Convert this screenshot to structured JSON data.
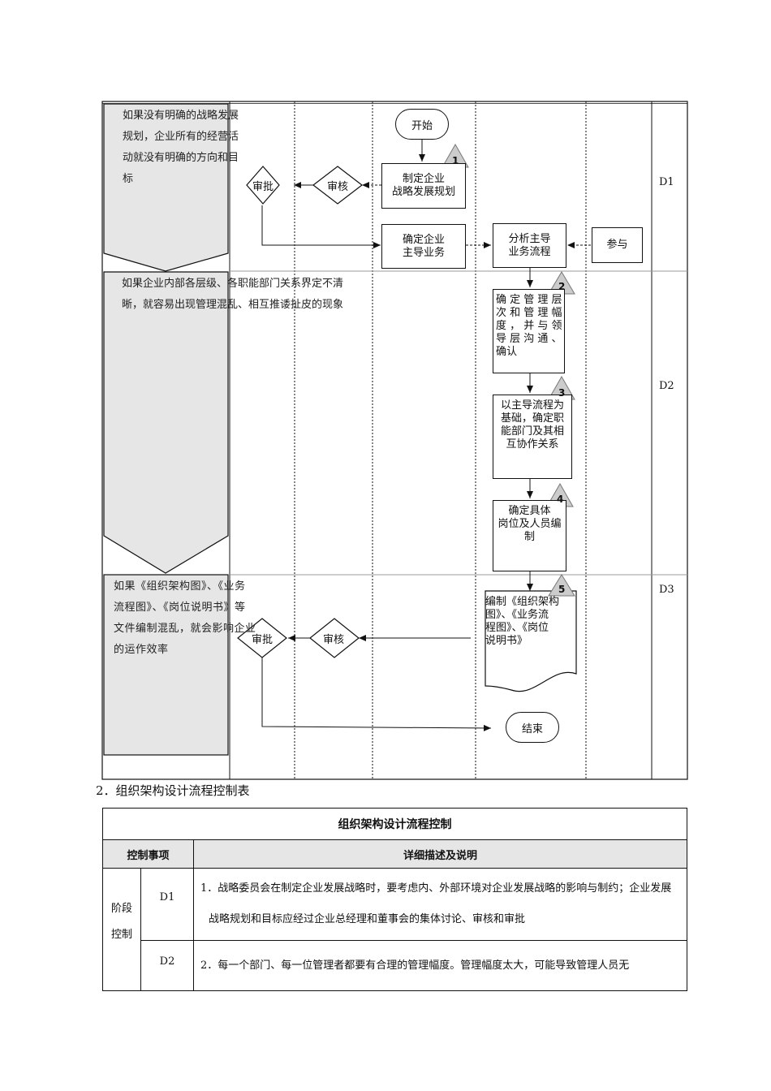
{
  "flow": {
    "notes": [
      "如果没有明确的战略发展规划，企业所有的经营活动就没有明确的方向和目标",
      "如果企业内部各层级、各职能部门关系界定不清晰，就容易出现管理混乱、相互推诿扯皮的现象",
      "如果《组织架构图》、《业务流程图》、《岗位说明书》等文件编制混乱，就会影响企业的运作效率"
    ],
    "note_lines": {
      "n1": [
        "如果没有明确的战略发展",
        "规划，企业所有的经营活",
        "动就没有明确的方向和目",
        "标"
      ],
      "n2": [
        "如果企业内部各层级、各职能部门关系界定不清",
        "晰，就容易出现管理混乱、相互推诿扯皮的现象"
      ],
      "n3": [
        "如果《组织架构图》、《业务",
        "流程图》、《岗位说明书》等",
        "文件编制混乱，就会影响企业",
        "的运作效率"
      ]
    },
    "start": "开始",
    "end": "结束",
    "step1": "制定企业战略发展规划",
    "step1_lines": [
      "制定企业",
      "战略发展规划"
    ],
    "main_business": "确定企业主导业务",
    "main_business_lines": [
      "确定企业",
      "主导业务"
    ],
    "analyze": "分析主导业务流程",
    "analyze_lines": [
      "分析主导",
      "业务流程"
    ],
    "participate": "参与",
    "step2": "确定管理层次和管理幅度，并与领导层沟通、确认",
    "step2_lines": [
      "确 定 管 理 层",
      "次 和 管 理 幅",
      "度 ， 并 与 领",
      "导 层 沟 通 、",
      "确认"
    ],
    "step3": "以主导流程为基础，确定职能部门及其相互协作关系",
    "step3_lines": [
      "以主导流程为",
      "基础，确定职",
      "能部门及其相",
      "互协作关系"
    ],
    "step4": "确定具体岗位及人员编制",
    "step4_lines": [
      "确定具体",
      "岗位及人员编",
      "制"
    ],
    "step5": "编制《组织架构图》、《业务流程图》、《岗位说明书》",
    "step5_lines": [
      "编制《组织架构",
      "图》、《业务流",
      "程图》、《岗位",
      "说明书》"
    ],
    "review": "审核",
    "approve": "审批",
    "numbers": [
      "1",
      "2",
      "3",
      "4",
      "5"
    ],
    "phases": [
      "D1",
      "D2",
      "D3"
    ]
  },
  "section_caption": "2．组织架构设计流程控制表",
  "control_table": {
    "title": "组织架构设计流程控制",
    "headers": [
      "控制事项",
      "详细描述及说明"
    ],
    "stage_label_lines": [
      "阶段",
      "控制"
    ],
    "rows": [
      {
        "phase": "D1",
        "desc": "1．战略委员会在制定企业发展战略时，要考虑内、外部环境对企业发展战略的影响与制约；企业发展战略规划和目标应经过企业总经理和董事会的集体讨论、审核和审批"
      },
      {
        "phase": "D2",
        "desc": "2．每一个部门、每一位管理者都要有合理的管理幅度。管理幅度太大，可能导致管理人员无"
      }
    ]
  }
}
